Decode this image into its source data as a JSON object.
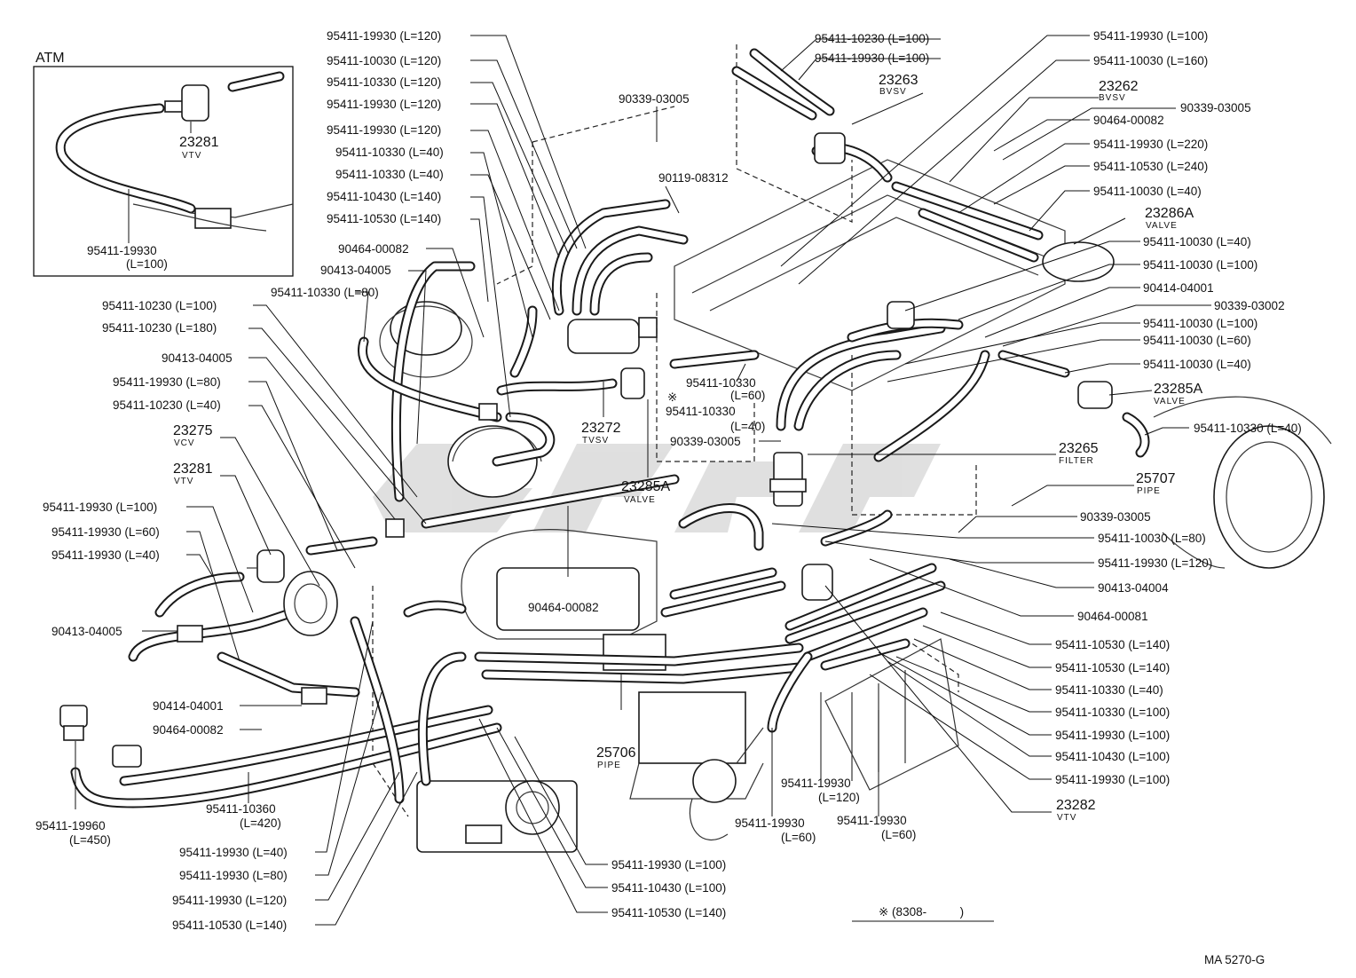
{
  "inset": {
    "title": "ATM",
    "vtv_number": "23281",
    "vtv_sub": "VTV",
    "hose_number": "95411-19930",
    "hose_length": "(L=100)"
  },
  "footnote": "※ (8308-          )",
  "figure_code": "MA 5270-G",
  "left_labels": [
    "95411-19930 (L=120)",
    "95411-10030 (L=120)",
    "95411-10330 (L=120)",
    "95411-19930 (L=120)",
    "95411-19930 (L=120)",
    "95411-10330 (L=40)",
    "95411-10330 (L=40)",
    "95411-10430 (L=140)",
    "95411-10530 (L=140)",
    "90464-00082",
    "90413-04005",
    "95411-10330 (L=80)",
    "95411-10230 (L=100)",
    "95411-10230 (L=180)",
    "90413-04005",
    "95411-19930 (L=80)",
    "95411-10230 (L=40)",
    "95411-19930 (L=100)",
    "95411-19930 (L=60)",
    "95411-19930 (L=40)",
    "90413-04005",
    "90414-04001",
    "90464-00082"
  ],
  "right_labels": [
    "95411-10230 (L=100)",
    "95411-19930 (L=100)",
    "95411-19930 (L=100)",
    "95411-10030 (L=160)",
    "90339-03005",
    "90464-00082",
    "95411-19930 (L=220)",
    "95411-10530 (L=240)",
    "95411-10030 (L=40)",
    "95411-10030 (L=40)",
    "95411-10030 (L=100)",
    "90414-04001",
    "90339-03002",
    "95411-10030 (L=100)",
    "95411-10030 (L=60)",
    "95411-10030 (L=40)",
    "95411-10330 (L=40)",
    "90339-03005",
    "95411-10030 (L=80)",
    "95411-19930 (L=120)",
    "90413-04004",
    "90464-00081",
    "95411-10530 (L=140)",
    "95411-10530 (L=140)",
    "95411-10330 (L=40)",
    "95411-10330 (L=100)",
    "95411-19930 (L=100)",
    "95411-10430 (L=100)",
    "95411-19930 (L=100)"
  ],
  "bottom_labels": [
    "95411-19930 (L=40)",
    "95411-19930 (L=80)",
    "95411-19930 (L=120)",
    "95411-10530 (L=140)",
    "95411-19930 (L=100)",
    "95411-10430 (L=100)",
    "95411-10530 (L=140)"
  ],
  "parts": {
    "vcv": {
      "num": "23275",
      "sub": "VCV"
    },
    "vtv_left": {
      "num": "23281",
      "sub": "VTV"
    },
    "tvsv": {
      "num": "23272",
      "sub": "TVSV"
    },
    "valve_center": {
      "num": "23285A",
      "sub": "VALVE"
    },
    "bvsv_23263": {
      "num": "23263",
      "sub": "BVSV"
    },
    "bvsv_23262": {
      "num": "23262",
      "sub": "BVSV"
    },
    "valve_23286a": {
      "num": "23286A",
      "sub": "VALVE"
    },
    "valve_23285a_right": {
      "num": "23285A",
      "sub": "VALVE"
    },
    "filter": {
      "num": "23265",
      "sub": "FILTER"
    },
    "pipe_25707": {
      "num": "25707",
      "sub": "PIPE"
    },
    "pipe_25706": {
      "num": "25706",
      "sub": "PIPE"
    },
    "vtv_23282": {
      "num": "23282",
      "sub": "VTV"
    }
  },
  "misc_labels": {
    "top_90339": "90339-03005",
    "top_90119": "90119-08312",
    "center_mark_a": "※",
    "center_hose_a": "95411-10330",
    "center_len_a": "(L=60)",
    "center_hose_b": "95411-10330",
    "center_len_b": "(L=40)",
    "center_90339": "90339-03005",
    "center_90464": "90464-00082",
    "bl_hose_num": "95411-19960",
    "bl_hose_len": "(L=450)",
    "bl2_hose_num": "95411-10360",
    "bl2_hose_len": "(L=420)",
    "bc1_num": "95411-19930",
    "bc1_len": "(L=120)",
    "bc2_num": "95411-19930",
    "bc2_len": "(L=60)",
    "bc3_num": "95411-19930",
    "bc3_len": "(L=60)"
  }
}
